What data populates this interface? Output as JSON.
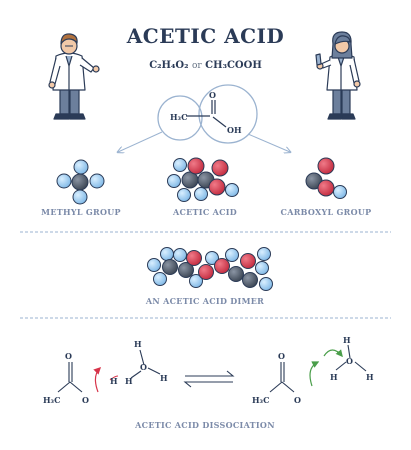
{
  "title": "ACETIC ACID",
  "formula": {
    "left": "C₂H₄O₂",
    "or": "or",
    "right": "CH₃COOH"
  },
  "structure": {
    "methyl": "H₃C",
    "carbonyl_o": "O",
    "hydroxyl": "OH"
  },
  "labels": {
    "methyl_group": "METHYL GROUP",
    "acetic_acid": "ACETIC ACID",
    "carboxyl_group": "CARBOXYL GROUP",
    "dimer": "AN ACETIC ACID DIMER",
    "dissociation": "ACETIC ACID DISSOCIATION"
  },
  "reaction": {
    "left_methyl": "H₃C",
    "right_methyl": "H₃C",
    "o": "O",
    "h": "H"
  },
  "colors": {
    "carbon": "#4b5563",
    "hydrogen": "#8fc4ea",
    "oxygen": "#d7344a",
    "outline": "#2b3b57",
    "accent_blue": "#9bb3d0",
    "arrow_red": "#d7344a",
    "arrow_green": "#4a9e4a"
  }
}
